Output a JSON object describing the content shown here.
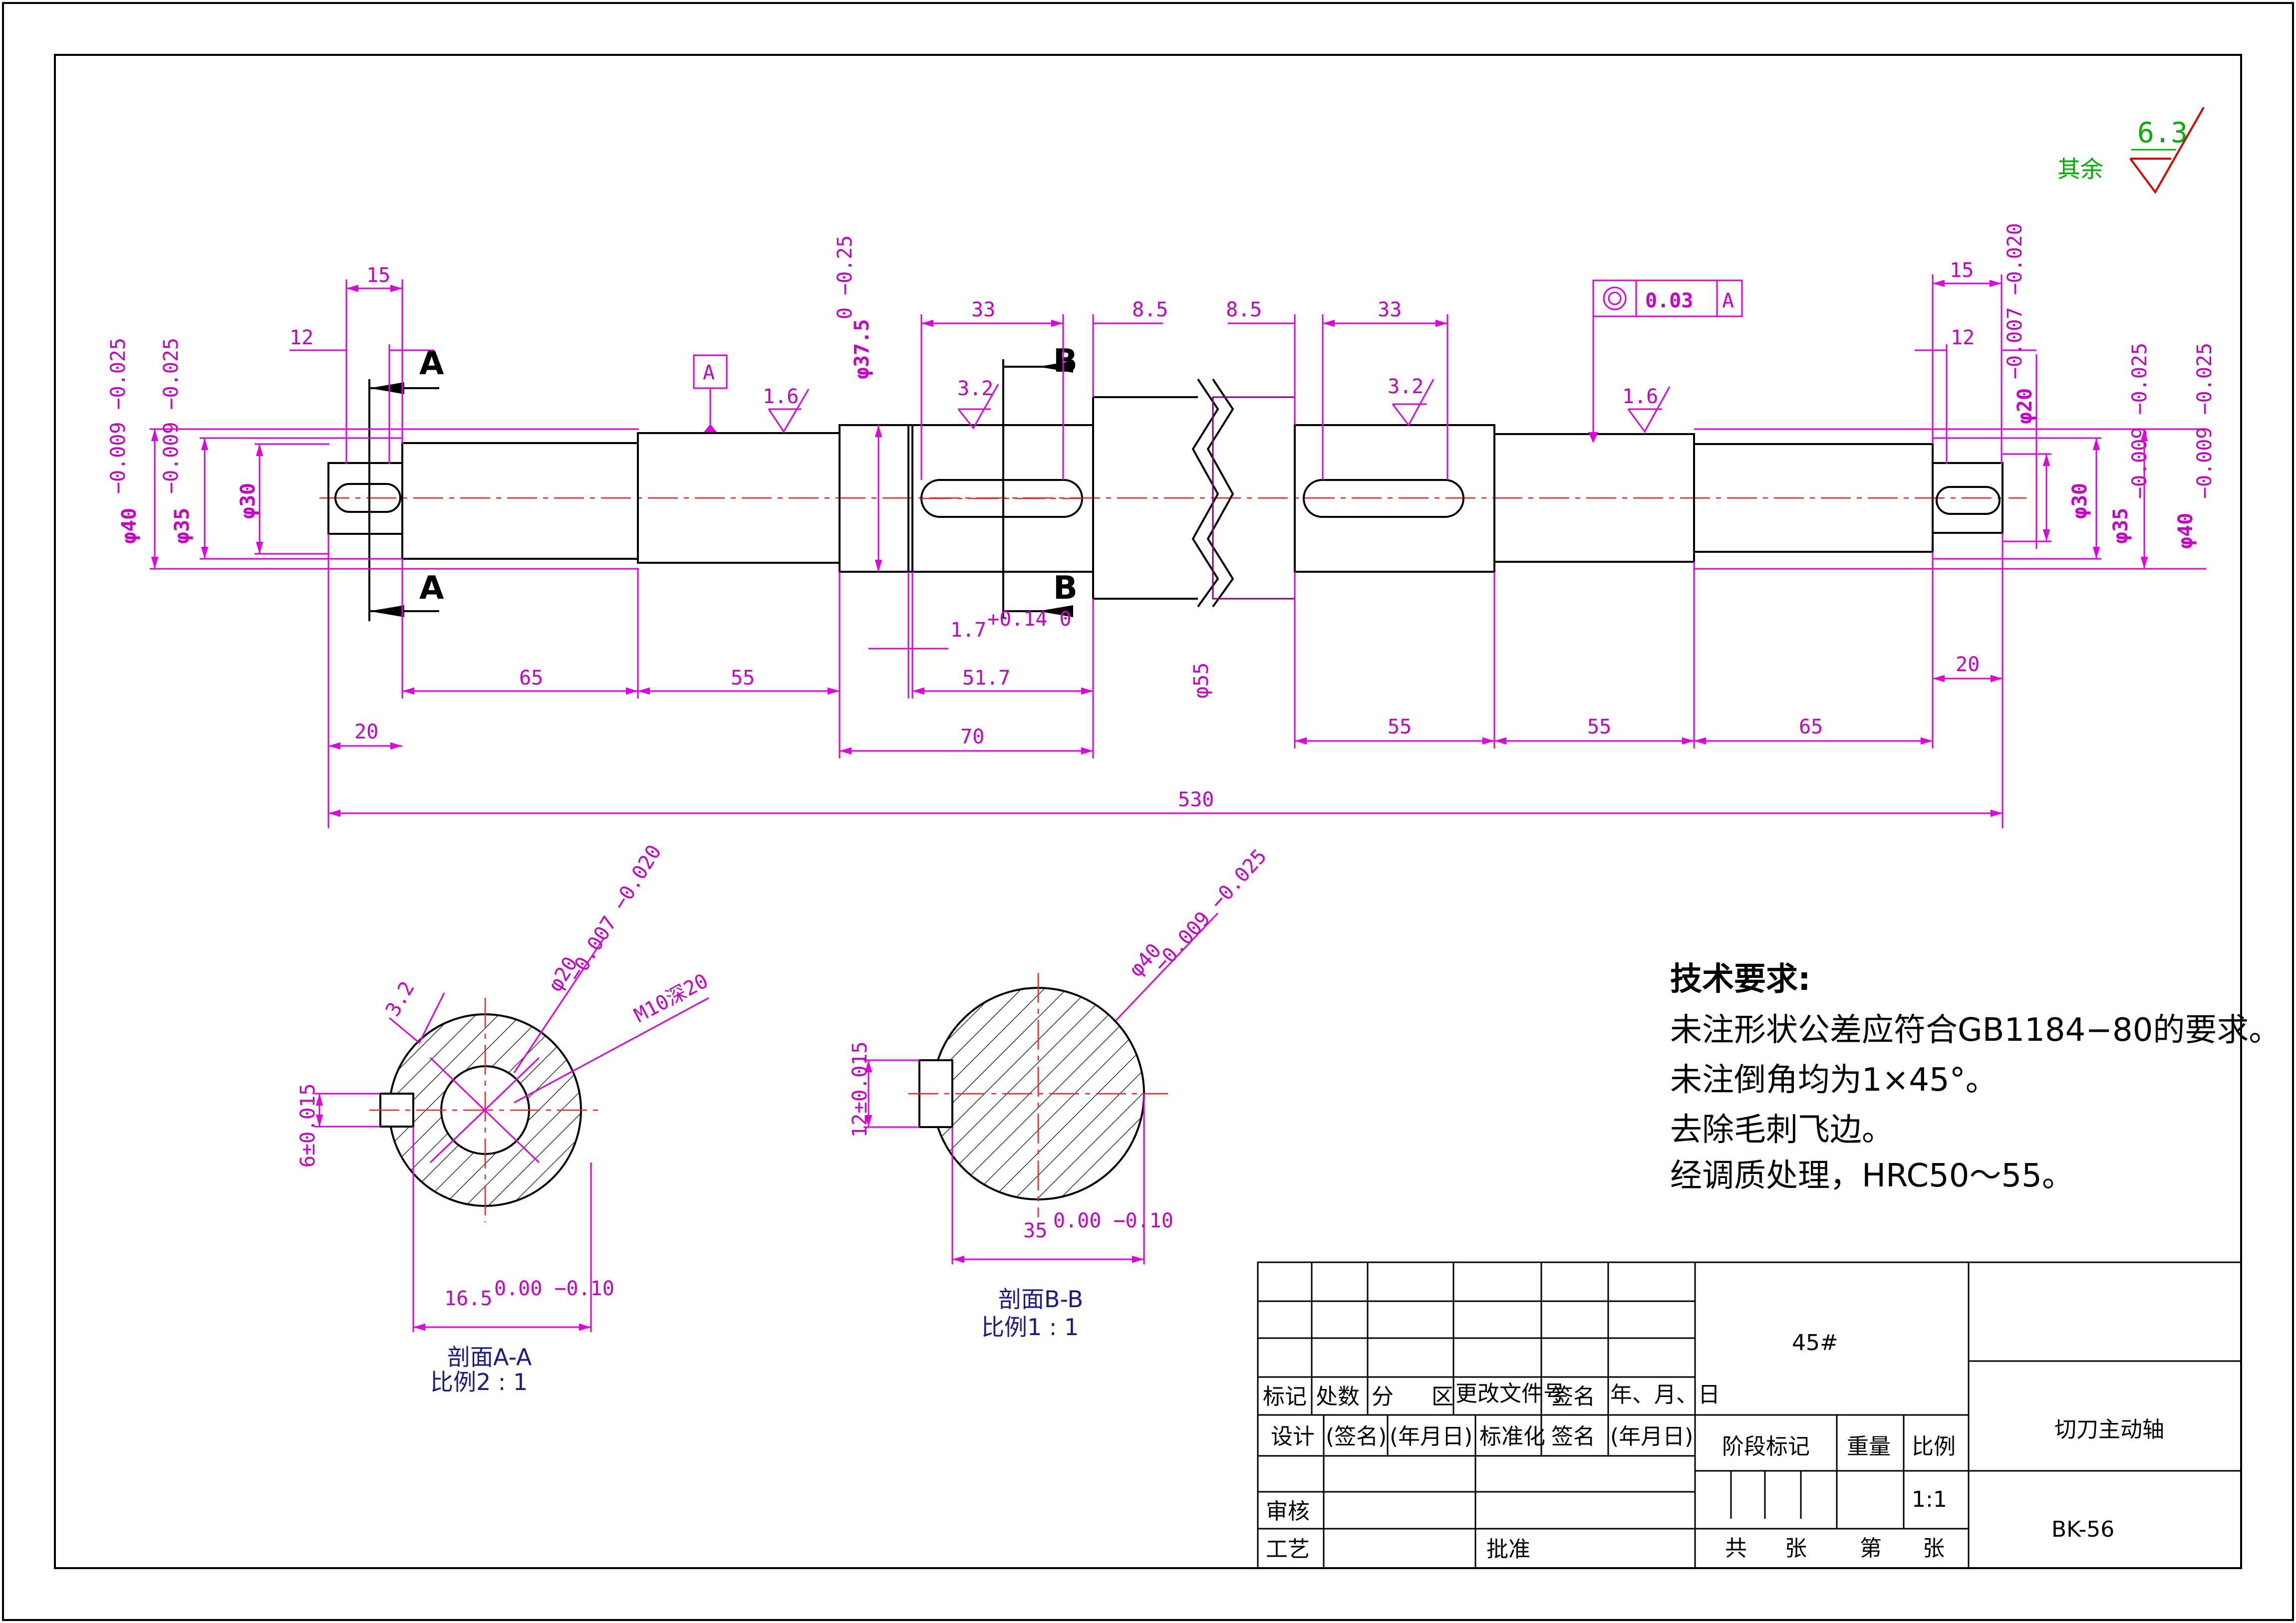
{
  "roughness": {
    "prefix": "其余",
    "value": "6.3"
  },
  "main_view": {
    "section_marks": [
      "A",
      "A",
      "B",
      "B"
    ],
    "datum": "A",
    "roughness_marks": [
      "1.6",
      "3.2",
      "3.2",
      "1.6"
    ],
    "geo_tolerance": {
      "symbol": "◎",
      "value": "0.03",
      "datum": "A"
    },
    "dims": {
      "d40_left": "φ40",
      "d40_left_tol": "−0.009 −0.025",
      "d35_left": "φ35",
      "d35_left_tol": "−0.009 −0.025",
      "d30_left": "φ30",
      "d375": "φ37.5",
      "d375_tol": "0 −0.25",
      "d55": "φ55",
      "d20_right": "φ20",
      "d20_right_tol": "−0.007 −0.020",
      "d30_right": "φ30",
      "d35_right": "φ35",
      "d35_right_tol": "−0.009 −0.025",
      "d40_right": "φ40",
      "d40_right_tol": "−0.009 −0.025",
      "len_15_left": "15",
      "len_12_left": "12",
      "len_33_left": "33",
      "len_85_left": "8.5",
      "len_85_right": "8.5",
      "len_33_right": "33",
      "len_15_right": "15",
      "len_12_right": "12",
      "len_17": "1.7",
      "len_17_tol": "+0.14 0",
      "len_65_left": "65",
      "len_55_left": "55",
      "len_517": "51.7",
      "len_20_left": "20",
      "len_70": "70",
      "len_55_r1": "55",
      "len_55_r2": "55",
      "len_65_right": "65",
      "len_20_right": "20",
      "len_530": "530"
    }
  },
  "section_aa": {
    "title": "剖面A-A",
    "scale": "比例2 : 1",
    "roughness": "3.2",
    "dia": "φ20",
    "dia_tol": "−0.007 −0.020",
    "thread": "M10深20",
    "width": "6±0.015",
    "depth": "16.5",
    "depth_tol": "0.00 −0.10"
  },
  "section_bb": {
    "title": "剖面B-B",
    "scale": "比例1 : 1",
    "dia": "φ40",
    "dia_tol": "−0.009 −0.025",
    "width": "12±0.015",
    "depth": "35",
    "depth_tol": "0.00 −0.10"
  },
  "tech_notes": {
    "title": "技术要求:",
    "lines": [
      "未注形状公差应符合GB1184−80的要求。",
      "未注倒角均为1×45°。",
      "去除毛刺飞边。",
      "经调质处理，HRC50～55。"
    ]
  },
  "title_block": {
    "material": "45#",
    "part_name": "切刀主动轴",
    "drawing_no": "BK-56",
    "scale_value": "1:1",
    "headers_row": [
      "标记",
      "处数",
      "分",
      "区",
      "更改文件号",
      "签名",
      "年、月、日"
    ],
    "design_row": [
      "设计",
      "(签名)",
      "(年月日)",
      "标准化",
      "签名",
      "(年月日)"
    ],
    "review": "审核",
    "process": "工艺",
    "approve": "批准",
    "stage_mark": "阶段标记",
    "weight": "重量",
    "scale_label": "比例",
    "total_sheets": "共",
    "sheets_unit": "张",
    "sheet_no": "第",
    "sheet_unit2": "张"
  }
}
